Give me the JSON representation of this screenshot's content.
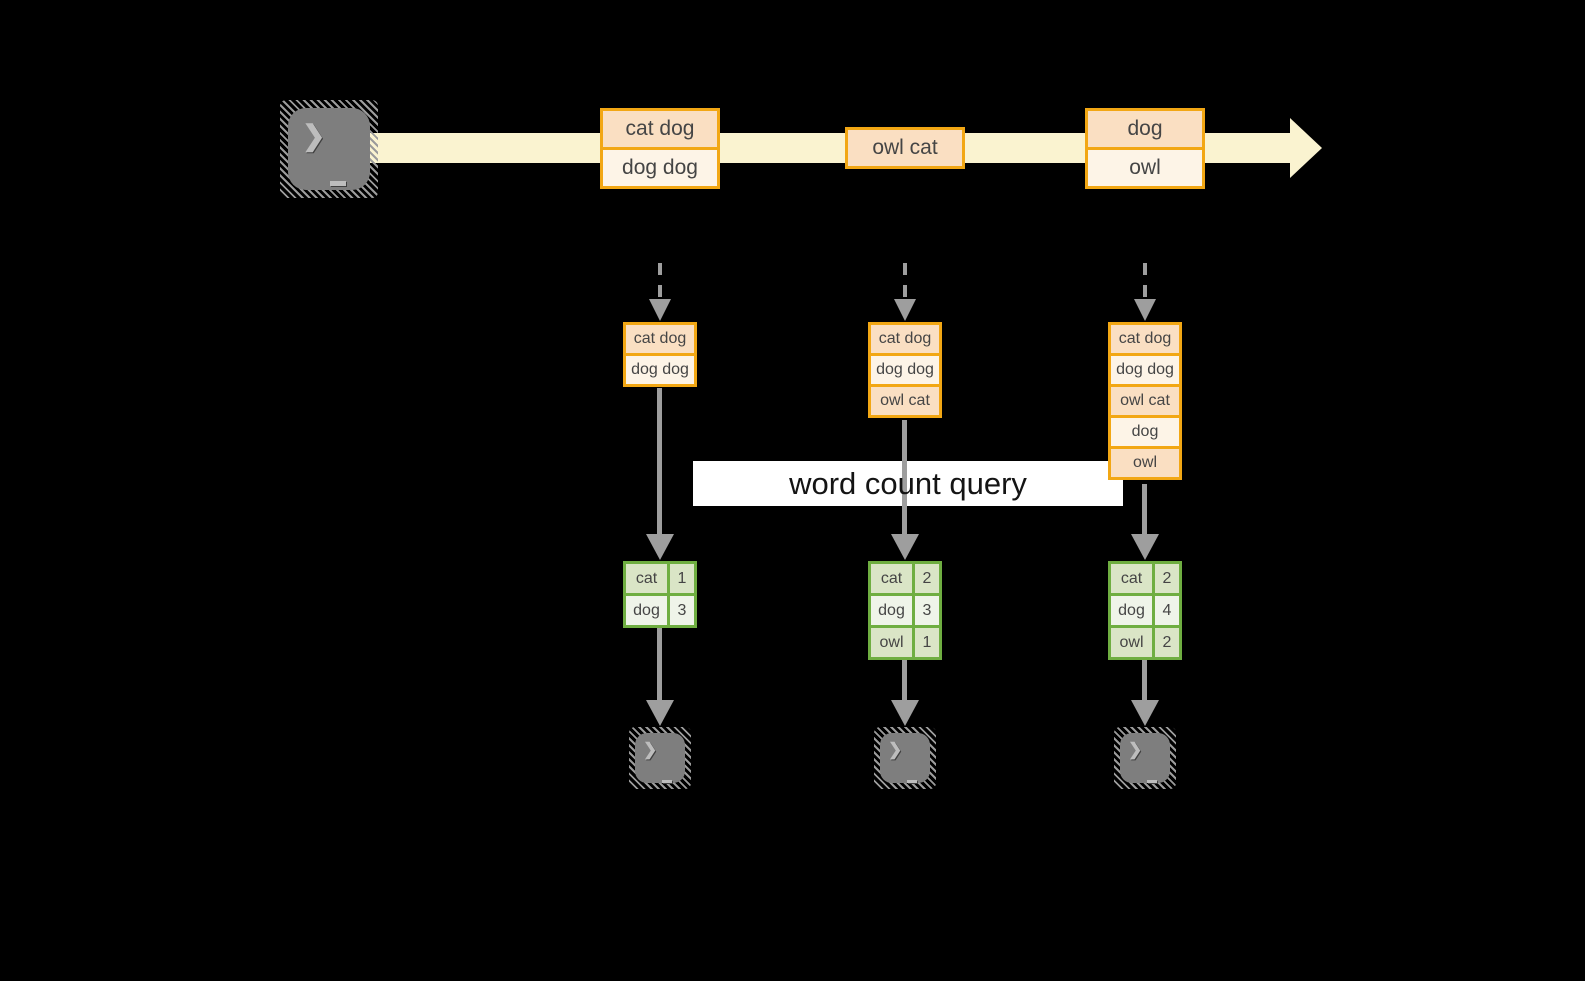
{
  "query": {
    "label": "word count query"
  },
  "stream": {
    "batches": [
      {
        "records": [
          "cat dog",
          "dog dog"
        ]
      },
      {
        "records": [
          "owl cat"
        ]
      },
      {
        "records": [
          "dog",
          "owl"
        ]
      }
    ]
  },
  "columns": [
    {
      "input": [
        "cat dog",
        "dog dog"
      ],
      "counts": [
        [
          "cat",
          "1"
        ],
        [
          "dog",
          "3"
        ]
      ]
    },
    {
      "input": [
        "cat dog",
        "dog dog",
        "owl cat"
      ],
      "counts": [
        [
          "cat",
          "2"
        ],
        [
          "dog",
          "3"
        ],
        [
          "owl",
          "1"
        ]
      ]
    },
    {
      "input": [
        "cat dog",
        "dog dog",
        "owl cat",
        "dog",
        "owl"
      ],
      "counts": [
        [
          "cat",
          "2"
        ],
        [
          "dog",
          "4"
        ],
        [
          "owl",
          "2"
        ]
      ]
    }
  ],
  "icons": {
    "source": "terminal-icon",
    "outputs": [
      "terminal-icon",
      "terminal-icon",
      "terminal-icon"
    ]
  },
  "colors": {
    "accent_orange": "#F2A714",
    "peach_fill": "#FADFC2",
    "cream_fill": "#FDF4E7",
    "stream_band": "#FAF3D0",
    "green_border": "#6FAE41",
    "green_fill_dark": "#DAE5C6",
    "green_fill_light": "#EFF4E9",
    "arrow_gray": "#9E9E9E"
  }
}
